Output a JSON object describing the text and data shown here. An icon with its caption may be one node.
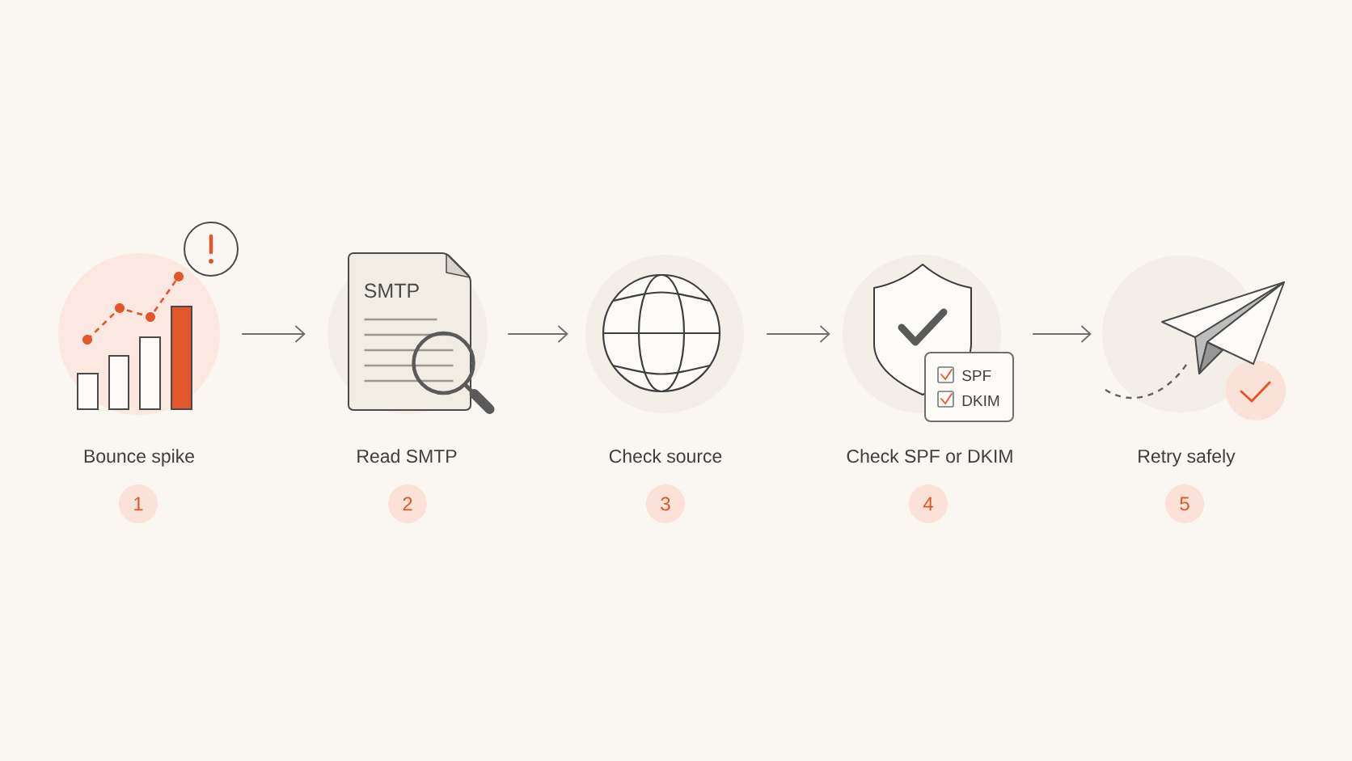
{
  "diagram": {
    "nodes": [
      {
        "text": [
          "Bounce spike"
        ]
      },
      {
        "text": [
          "Read SMTP"
        ]
      },
      {
        "text": [
          "SMTP"
        ],
        "in": 1
      },
      {
        "text": [
          "Check source"
        ]
      },
      {
        "text": [
          "Check SPF or DKIM"
        ]
      },
      {
        "text": [
          "SPF",
          "DKIM"
        ]
      },
      {
        "text": [
          "Retry safely"
        ]
      },
      {
        "text": [
          "1"
        ]
      },
      {
        "text": [
          "2"
        ]
      },
      {
        "text": [
          "3"
        ]
      },
      {
        "text": [
          "4"
        ]
      },
      {
        "text": [
          "5"
        ]
      }
    ],
    "edges": [
      {
        "from": 0,
        "to": 1,
        "arrow": "to"
      },
      {
        "from": 1,
        "to": 3,
        "arrow": "to"
      },
      {
        "from": 3,
        "to": 4,
        "arrow": "to"
      },
      {
        "from": 4,
        "to": 6,
        "arrow": "to"
      }
    ]
  }
}
